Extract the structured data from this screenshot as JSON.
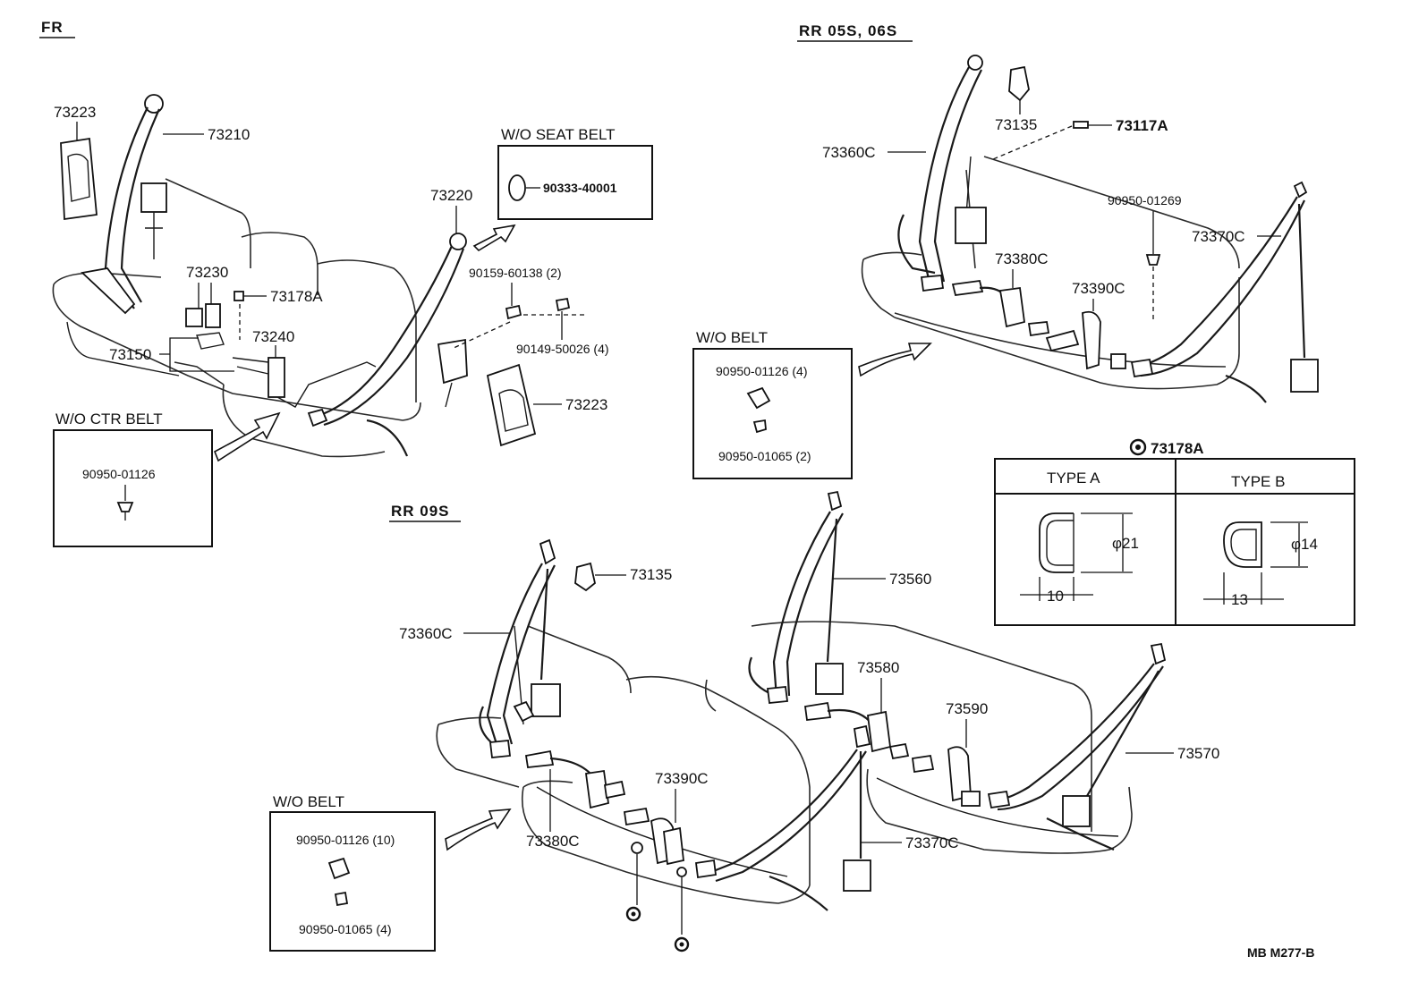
{
  "sections": {
    "fr": "FR",
    "rr_05s_06s": "RR 05S, 06S",
    "rr_09s": "RR 09S"
  },
  "fr_labels": {
    "p73223a": "73223",
    "p73210": "73210",
    "p73230": "73230",
    "p73178a": "73178A",
    "p73240": "73240",
    "p73150": "73150",
    "p73220": "73220",
    "p90159": "90159-60138 (2)",
    "p90149": "90149-50026 (4)",
    "p73223b": "73223"
  },
  "box_wo_seat_belt": {
    "title": "W/O SEAT  BELT",
    "part": "90333-40001"
  },
  "box_wo_ctr_belt": {
    "title": "W/O CTR BELT",
    "part": "90950-01126"
  },
  "rr0506_labels": {
    "p73135": "73135",
    "p73117a": "73117A",
    "p73360c": "73360C",
    "p90950_01269": "90950-01269",
    "p73370c": "73370C",
    "p73380c": "73380C",
    "p73390c": "73390C"
  },
  "box_wo_belt_1": {
    "title": "W/O BELT",
    "part1": "90950-01126 (4)",
    "part2": "90950-01065 (2)"
  },
  "types_table": {
    "header": "73178A",
    "type_a": {
      "title": "TYPE  A",
      "diameter": "φ21",
      "width": "10"
    },
    "type_b": {
      "title": "TYPE  B",
      "diameter": "φ14",
      "width": "13"
    }
  },
  "rr09_labels": {
    "p73135": "73135",
    "p73360c": "73360C",
    "p73560": "73560",
    "p73580": "73580",
    "p73590": "73590",
    "p73570": "73570",
    "p73390c": "73390C",
    "p73380c": "73380C",
    "p73370c": "73370C"
  },
  "box_wo_belt_2": {
    "title": "W/O BELT",
    "part1": "90950-01126 (10)",
    "part2": "90950-01065 (4)"
  },
  "footer_code": "MB  M277-B"
}
